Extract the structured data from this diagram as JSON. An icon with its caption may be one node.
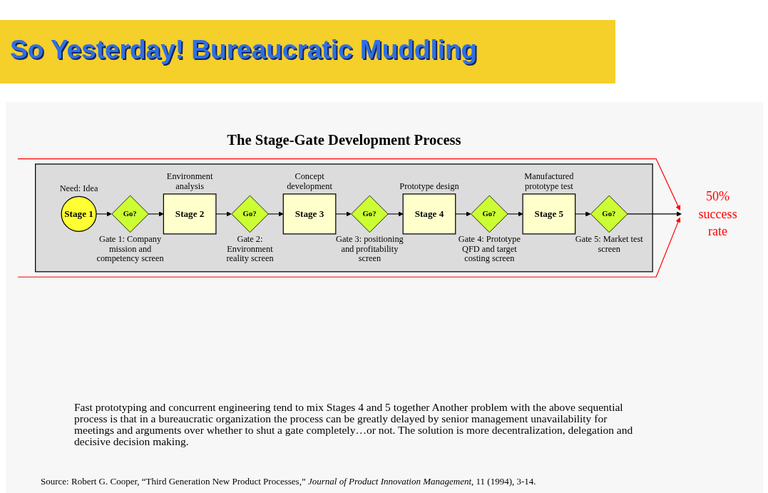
{
  "diagram": {
    "title": "So Yesterday! Bureaucratic Muddling",
    "caption": "Source: Robert G. Cooper, “Third Generation New Product Processes,” *Journal of Product Innovation Management*, 11 (1994), 3-14.",
    "nodes": [
      {
        "text": [
          "The Stage-Gate Development Process"
        ]
      },
      {
        "text": [
          "Stage 1"
        ],
        "beside": [
          "Need: Idea"
        ],
        "in": 0
      },
      {
        "text": [
          "Go?"
        ],
        "beside": [
          "Gate 1: Company mission and competency screen"
        ],
        "in": 0
      },
      {
        "text": [
          "Stage 2"
        ],
        "beside": [
          "Environment analysis"
        ],
        "in": 0
      },
      {
        "text": [
          "Go?"
        ],
        "beside": [
          "Gate 2: Environment reality screen"
        ],
        "in": 0
      },
      {
        "text": [
          "Stage 3"
        ],
        "beside": [
          "Concept development"
        ],
        "in": 0
      },
      {
        "text": [
          "Go?"
        ],
        "beside": [
          "Gate 3: positioning and profitability screen"
        ],
        "in": 0
      },
      {
        "text": [
          "Stage 4"
        ],
        "beside": [
          "Prototype design"
        ],
        "in": 0
      },
      {
        "text": [
          "Go?"
        ],
        "beside": [
          "Gate 4: Prototype QFD and target costing screen"
        ],
        "in": 0
      },
      {
        "text": [
          "Stage 5"
        ],
        "beside": [
          "Manufactured prototype test"
        ],
        "in": 0
      },
      {
        "text": [
          "Go?"
        ],
        "beside": [
          "Gate 5: Market test screen"
        ],
        "in": 0
      },
      {
        "text": [
          "50% success rate"
        ]
      }
    ],
    "edges": [
      {
        "from": 1,
        "to": 2,
        "arrow": "to"
      },
      {
        "from": 2,
        "to": 3,
        "arrow": "to"
      },
      {
        "from": 3,
        "to": 4,
        "arrow": "to"
      },
      {
        "from": 4,
        "to": 5,
        "arrow": "to"
      },
      {
        "from": 5,
        "to": 6,
        "arrow": "to"
      },
      {
        "from": 6,
        "to": 7,
        "arrow": "to"
      },
      {
        "from": 7,
        "to": 8,
        "arrow": "to"
      },
      {
        "from": 8,
        "to": 9,
        "arrow": "to"
      },
      {
        "from": 9,
        "to": 10,
        "arrow": "to"
      },
      {
        "from": 10,
        "to": 11,
        "arrow": "to"
      },
      {
        "from": null,
        "to": 11,
        "arrow": "to",
        "color": "#ff0000"
      },
      {
        "from": null,
        "to": 11,
        "arrow": "to",
        "color": "#ff0000"
      }
    ],
    "labels": [
      "Fast prototyping and concurrent engineering tend to mix Stages 4 and 5 together Another problem with the above sequential process is that in a bureaucratic organization the process can be greatly delayed by senior management unavailability for meetings and arguments over whether to shut a gate completely…or not. The solution is more decentralization, delegation and decisive decision making."
    ]
  }
}
